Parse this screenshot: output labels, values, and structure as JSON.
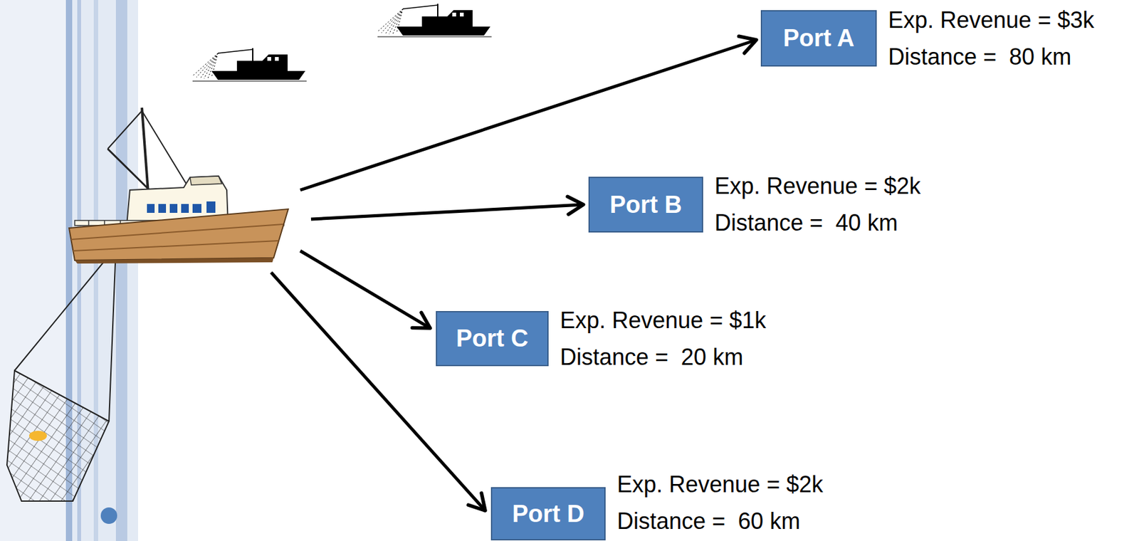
{
  "diagram": {
    "nodes": [
      {
        "text": [
          "Port A",
          "Exp. Revenue = $3k",
          "Distance =  80 km"
        ]
      },
      {
        "text": [
          "Port B",
          "Exp. Revenue = $2k",
          "Distance =  40 km"
        ]
      },
      {
        "text": [
          "Port C",
          "Exp. Revenue = $1k",
          "Distance =  20 km"
        ]
      },
      {
        "text": [
          "Port D",
          "Exp. Revenue = $2k",
          "Distance =  60 km"
        ]
      }
    ]
  }
}
